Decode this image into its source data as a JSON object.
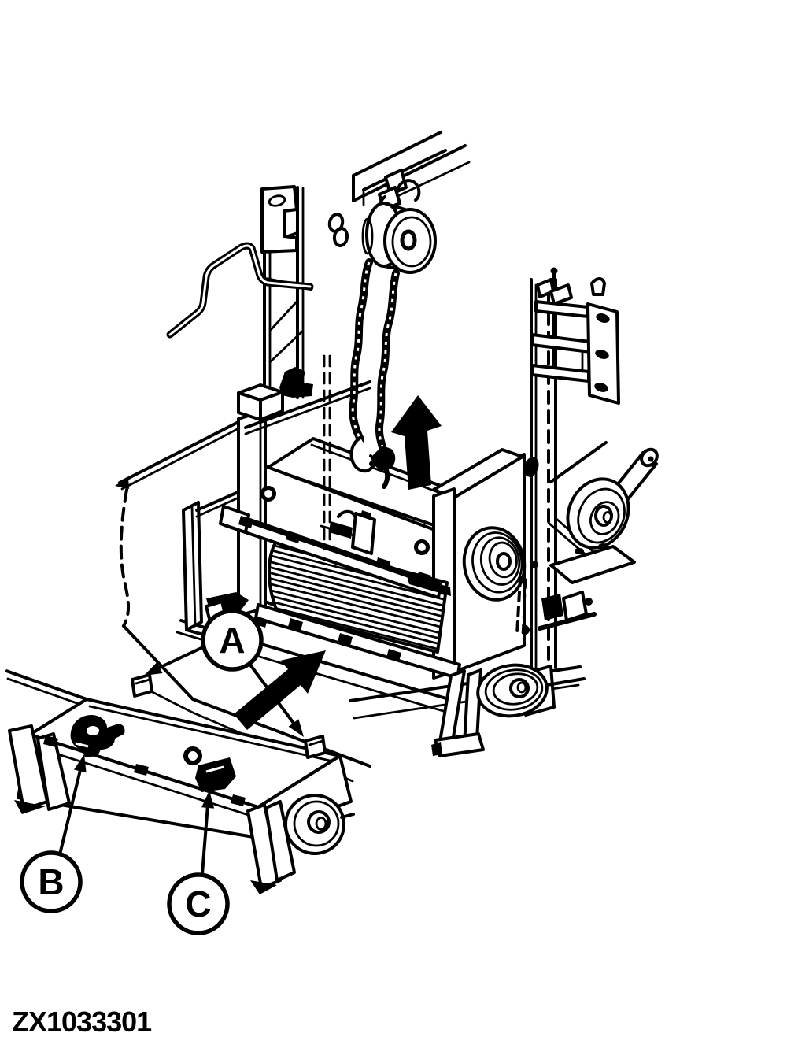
{
  "figure": {
    "code": "ZX1033301",
    "callouts": {
      "a": "A",
      "b": "B",
      "c": "C"
    },
    "colors": {
      "line": "#000000",
      "background": "#ffffff"
    }
  }
}
